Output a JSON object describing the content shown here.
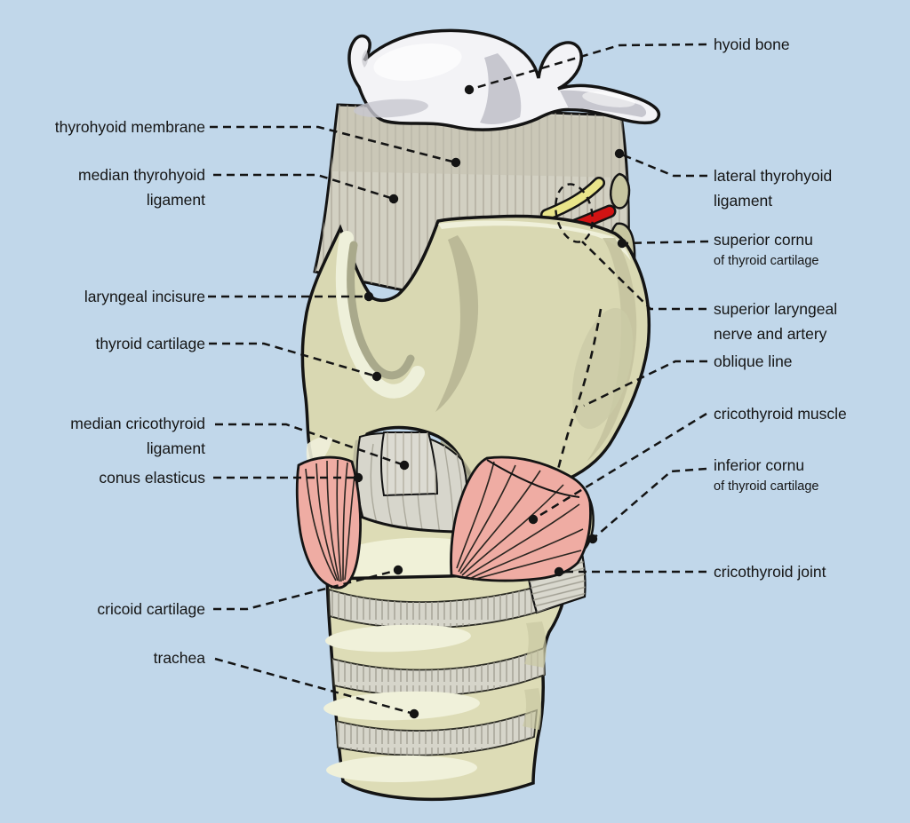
{
  "background": "#c1d7ea",
  "palette": {
    "outline": "#141414",
    "bone_white": "#f3f3f6",
    "bone_shadow": "#c7c7cf",
    "membrane_gray": "#d2d0c2",
    "membrane_fiber": "#a9a595",
    "cartilage_yellow": "#d9d8b2",
    "cartilage_highlight": "#eff0da",
    "cartilage_shadow": "#b5b492",
    "cornu_olive": "#c6c5a0",
    "muscle_pink": "#efaca3",
    "artery_red": "#d11313",
    "nerve_yellow": "#e9e58a",
    "fiber_gray": "#d7d6cc",
    "leader_black": "#141414"
  },
  "labels": {
    "thyrohyoid_membrane": {
      "text": "thyrohyoid membrane"
    },
    "median_thyrohyoid_ligament": {
      "line1": "median thyrohyoid",
      "line2": "ligament"
    },
    "laryngeal_incisure": {
      "text": "laryngeal incisure"
    },
    "thyroid_cartilage": {
      "text": "thyroid cartilage"
    },
    "median_cricothyroid_ligament": {
      "line1": "median cricothyroid",
      "line2": "ligament"
    },
    "conus_elasticus": {
      "text": "conus elasticus"
    },
    "cricoid_cartilage": {
      "text": "cricoid cartilage"
    },
    "trachea": {
      "text": "trachea"
    },
    "hyoid_bone": {
      "text": "hyoid bone"
    },
    "lateral_thyrohyoid_ligament": {
      "line1": "lateral thyrohyoid",
      "line2": "ligament"
    },
    "superior_cornu": {
      "line1": "superior cornu",
      "sub": "of thyroid cartilage"
    },
    "superior_laryngeal": {
      "line1": "superior laryngeal",
      "line2": "nerve and artery"
    },
    "oblique_line": {
      "text": "oblique line"
    },
    "cricothyroid_muscle": {
      "text": "cricothyroid muscle"
    },
    "inferior_cornu": {
      "line1": "inferior cornu",
      "sub": "of thyroid cartilage"
    },
    "cricothyroid_joint": {
      "text": "cricothyroid joint"
    }
  }
}
